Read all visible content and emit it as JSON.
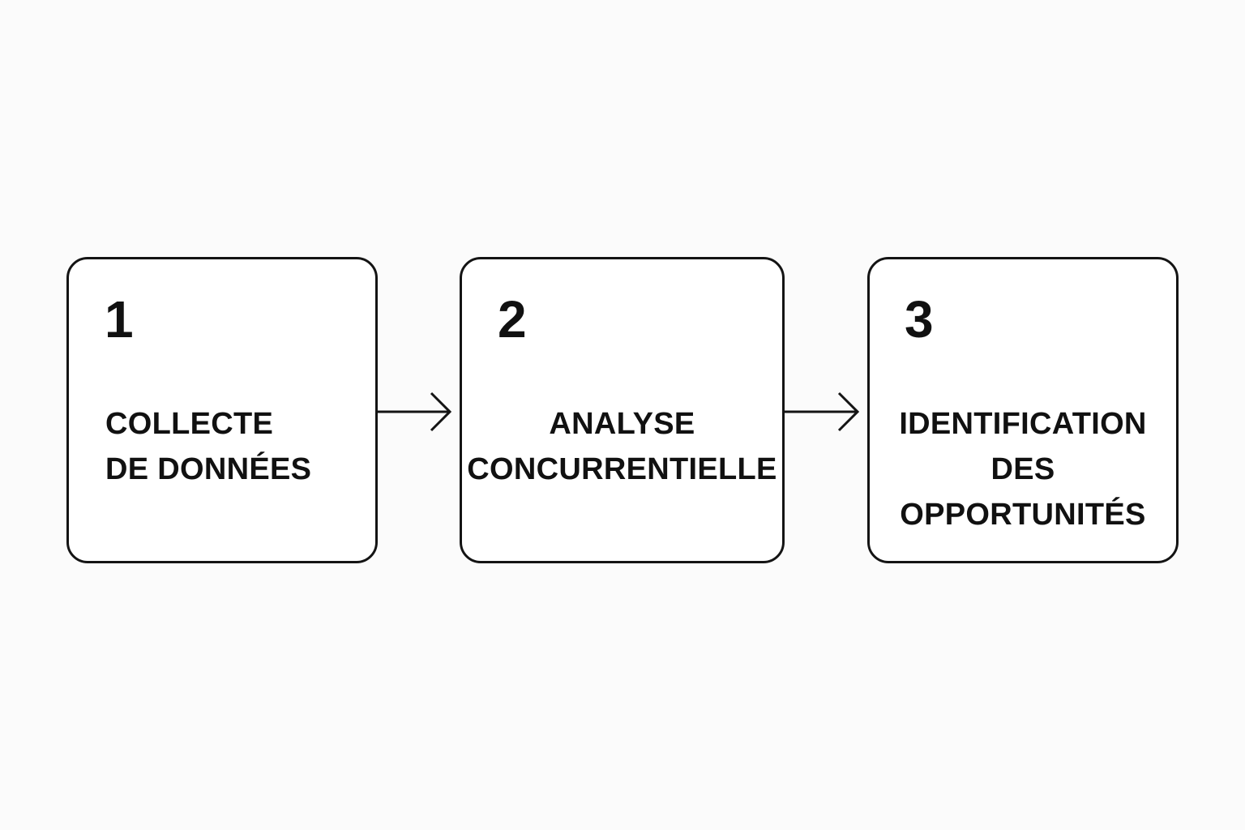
{
  "steps": [
    {
      "number": "1",
      "label_lines": [
        "COLLECTE",
        "DE DONNÉES"
      ]
    },
    {
      "number": "2",
      "label_lines": [
        "ANALYSE",
        "CONCURRENTIELLE"
      ]
    },
    {
      "number": "3",
      "label_lines": [
        "IDENTIFICATION",
        "DES",
        "OPPORTUNITÉS"
      ]
    }
  ],
  "colors": {
    "stroke": "#141414",
    "text": "#111111",
    "background": "#fbfbfb",
    "box_fill": "#ffffff"
  },
  "icons": [
    "arrow-right-icon",
    "arrow-right-icon"
  ]
}
